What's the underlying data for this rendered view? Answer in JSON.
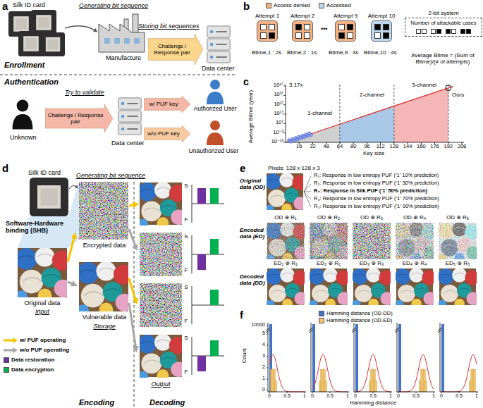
{
  "diagram": {
    "nodes": [
      {
        "text": [
          "Challenge / Response pair"
        ]
      },
      {
        "text": [
          "Challenge / Response pair"
        ]
      },
      {
        "text": [
          "w/ PUF key"
        ]
      },
      {
        "text": [
          "w/o PUF key"
        ]
      },
      {
        "text": [
          "Attempt 1"
        ]
      },
      {
        "text": [
          "Attempt 2"
        ]
      },
      {
        "text": [
          "Attempt 9"
        ]
      },
      {
        "text": [
          "Attempt 10"
        ]
      },
      {
        "text": [
          "2-bit system",
          "Number of attackable cases"
        ]
      }
    ],
    "labels": [
      "a",
      "Silk ID card",
      "Generating bit sequence",
      "Manufacture",
      "Storing bit sequences",
      "Data center",
      "Enrollment",
      "Authentication",
      "Try to validate",
      "Unknown",
      "Data center",
      "Authorized User",
      "Unauthorized User",
      "b",
      "Btime,1 : 2s",
      "Btime,2 : 1s",
      "•••",
      "Btime,9 : 3s",
      "Btime,10 : 4s",
      "Average Btime = (Sum of Btime)/(# of attempts)",
      "c",
      "3.17x",
      "10⁴⁷",
      "10³⁷",
      "10²⁷",
      "10¹⁷",
      "10⁷",
      "10⁻³",
      "10⁻¹³",
      "16",
      "32",
      "48",
      "64",
      "80",
      "96",
      "112",
      "128",
      "144",
      "160",
      "176",
      "192",
      "208",
      "Key size",
      "Average Btime (year)",
      "1-channel",
      "2-channel",
      "3-channel",
      "Ours",
      "d",
      "Silk ID card",
      "Generating bit sequence",
      "Software-Hardware binding (SHB)",
      "Original data",
      "Input",
      "Encrypted data",
      "Vulnerable data",
      "Storage",
      "Output",
      "S",
      "F",
      "S",
      "F",
      "S",
      "F",
      "S",
      "F",
      "Encoding",
      "Decoding",
      "e",
      "Pixels: 128 x 128 x 3",
      "Original data (OD)",
      "R₁: Response in low entropy PUF (‘1’ 10% prediction)",
      "R₂: Response in low entropy PUF (‘1’ 30% prediction)",
      "R₃: Response in Silk PUF (‘1’ 50% prediction)",
      "R₄: Response in low entropy PUF (‘1’ 70% prediction)",
      "R₅: Response in low entropy PUF (‘1’ 90% prediction)",
      "Encoded data (ED)",
      "OD ⊕ R₁",
      "OD ⊕ R₂",
      "OD ⊕ R₃",
      "OD ⊕ R₄",
      "OD ⊕ R₅",
      "ED₁ ⊕ R₁",
      "ED₂ ⊕ R₂",
      "ED₃ ⊕ R₃",
      "ED₄ ⊕ R₄",
      "ED₅ ⊕ R₅",
      "Decoded data (DD)",
      "f",
      "Count",
      "10000",
      "5",
      "4",
      "3",
      "2",
      "1",
      "0",
      "0",
      "0.5",
      "1",
      "0",
      "0.5",
      "1",
      "0",
      "0.5",
      "1",
      "0",
      "0.5",
      "1",
      "0",
      "0.5",
      "1",
      "Hamming distance"
    ],
    "legend": [
      {
        "text": "Access denied",
        "color": "#f4b183"
      },
      {
        "text": "Accessed",
        "color": "#bdd7ee"
      },
      {
        "text": "w/ PUF operating"
      },
      {
        "text": "w/o PUF operating"
      },
      {
        "text": "Data restoration",
        "color": "#7030a0"
      },
      {
        "text": "Data encryption",
        "color": "#00b050"
      },
      {
        "text": "Hamming distance (OD-DD)",
        "color": "#4472c4"
      },
      {
        "text": "Hamming distance (OD-ED)",
        "color": "#f2c46d"
      }
    ]
  }
}
